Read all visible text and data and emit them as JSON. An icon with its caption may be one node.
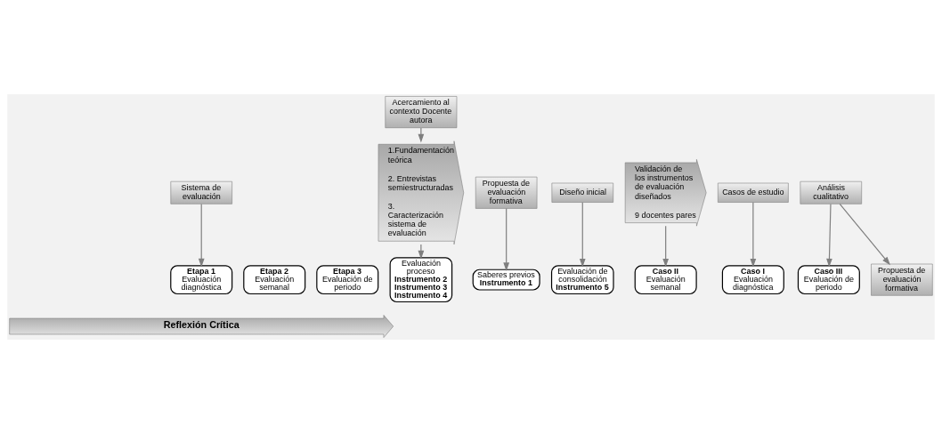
{
  "diagram": {
    "nodes": [
      {
        "text": [
          "Sistema de evaluación"
        ]
      },
      {
        "text": [
          "Etapa 1",
          "Evaluación diagnóstica"
        ]
      },
      {
        "text": [
          "Etapa 2",
          "Evaluación semanal"
        ]
      },
      {
        "text": [
          "Etapa 3",
          "Evaluación de periodo"
        ]
      },
      {
        "text": [
          "1.Fundamentación teórica",
          "2. Entrevistas semiestructuradas",
          "3. Caracterización sistema de evaluación"
        ]
      },
      {
        "text": [
          "Acercamiento al contexto Docente autora"
        ]
      },
      {
        "text": [
          "Propuesta de evaluación formativa"
        ]
      },
      {
        "text": [
          "Saberes previos",
          "Instrumento 1"
        ]
      },
      {
        "text": [
          "Evaluación proceso",
          "Instrumento 2",
          "Instrumento 3",
          "Instrumento 4"
        ]
      },
      {
        "text": [
          "Evaluación de consolidación",
          "Instrumento 5"
        ]
      },
      {
        "text": [
          "Diseño inicial"
        ]
      },
      {
        "text": [
          "Validación de los instrumentos de evaluación diseñados",
          "9 docentes pares"
        ]
      },
      {
        "text": [
          "Casos de estudio"
        ]
      },
      {
        "text": [
          "Caso I",
          "Evaluación diagnóstica"
        ]
      },
      {
        "text": [
          "Caso II",
          "Evaluación semanal"
        ]
      },
      {
        "text": [
          "Caso III",
          "Evaluación de periodo"
        ]
      },
      {
        "text": [
          "Análisis cualitativo"
        ]
      },
      {
        "text": [
          "Propuesta de evaluación formativa"
        ]
      },
      {
        "text": [
          "Reflexión Crítica"
        ]
      }
    ],
    "edges": [
      {
        "from": 0,
        "to": 1,
        "arrow": "to"
      },
      {
        "from": 5,
        "to": 4,
        "arrow": "to"
      },
      {
        "from": 4,
        "to": 8,
        "arrow": "to"
      },
      {
        "from": 6,
        "to": 7,
        "arrow": "to"
      },
      {
        "from": 10,
        "to": 9,
        "arrow": "to"
      },
      {
        "from": 11,
        "to": 14,
        "arrow": "to"
      },
      {
        "from": 12,
        "to": 13,
        "arrow": "to"
      },
      {
        "from": 16,
        "to": 15,
        "arrow": "to"
      },
      {
        "from": 16,
        "to": 17,
        "arrow": "to"
      }
    ]
  }
}
